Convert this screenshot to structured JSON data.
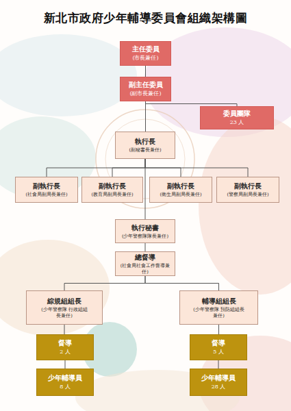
{
  "diagram": {
    "title": "新北市政府少年輔導委員會組織架構圖",
    "nodes": [
      {
        "text": [
          "主任委員",
          "(市長兼任)"
        ]
      },
      {
        "text": [
          "副主任委員",
          "(副市長兼任)"
        ]
      },
      {
        "text": [
          "委員團隊",
          "23 人"
        ]
      },
      {
        "text": [
          "執行長",
          "(副秘書長兼任)"
        ]
      },
      {
        "text": [
          "副執行長",
          "(社會局副局長兼任)"
        ]
      },
      {
        "text": [
          "副執行長",
          "(教育局副局長兼任)"
        ]
      },
      {
        "text": [
          "副執行長",
          "(衛生局副局長兼任)"
        ]
      },
      {
        "text": [
          "副執行長",
          "(警察局副局長兼任)"
        ]
      },
      {
        "text": [
          "執行秘書",
          "(少年警察隊隊長兼任)"
        ]
      },
      {
        "text": [
          "總督導",
          "(社會局社會工作督導兼任)"
        ]
      },
      {
        "text": [
          "綜規組組長",
          "(少年警察隊 行政組組長兼任)"
        ]
      },
      {
        "text": [
          "輔導組組長",
          "(少年警察隊 預防組組長兼任)"
        ]
      },
      {
        "text": [
          "督導",
          "2 人"
        ]
      },
      {
        "text": [
          "少年輔導員",
          "8 人"
        ]
      },
      {
        "text": [
          "督導",
          "5 人"
        ]
      },
      {
        "text": [
          "少年輔導員",
          "28 人"
        ]
      }
    ],
    "edges": [
      {
        "from": 0,
        "to": 1,
        "arrow": "none"
      },
      {
        "from": 1,
        "to": 3,
        "arrow": "none"
      },
      {
        "from": 1,
        "to": 2,
        "arrow": "none"
      },
      {
        "from": 3,
        "to": 4,
        "arrow": "none"
      },
      {
        "from": 3,
        "to": 5,
        "arrow": "none"
      },
      {
        "from": 3,
        "to": 6,
        "arrow": "none"
      },
      {
        "from": 3,
        "to": 7,
        "arrow": "none"
      },
      {
        "from": 3,
        "to": 8,
        "arrow": "none"
      },
      {
        "from": 8,
        "to": 9,
        "arrow": "none"
      },
      {
        "from": 9,
        "to": 10,
        "arrow": "none"
      },
      {
        "from": 9,
        "to": 11,
        "arrow": "none"
      },
      {
        "from": 10,
        "to": 12,
        "arrow": "none"
      },
      {
        "from": 12,
        "to": 13,
        "arrow": "none"
      },
      {
        "from": 11,
        "to": 14,
        "arrow": "none"
      },
      {
        "from": 14,
        "to": 15,
        "arrow": "none"
      }
    ]
  }
}
